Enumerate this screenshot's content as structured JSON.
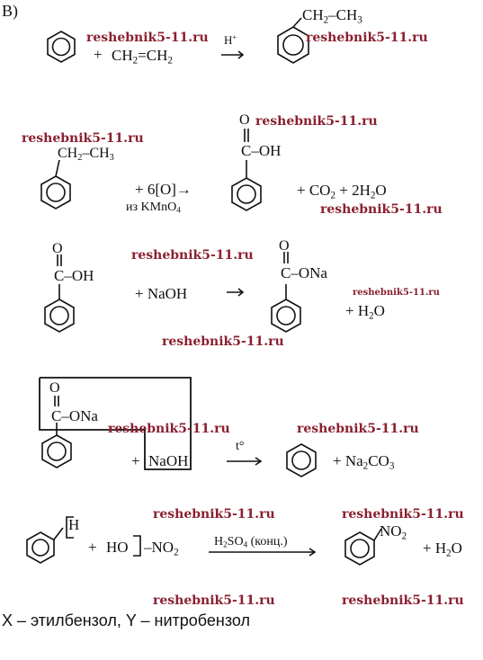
{
  "label_b": "В)",
  "reaction1": {
    "plus": "+",
    "ethylene": "CH2=CH2",
    "catalyst": "H+",
    "product_sidechain": "CH2–CH3"
  },
  "reaction2": {
    "sidechain": "CH2–CH3",
    "oxidant": "+ 6[O]→",
    "oxidant_source": "из KMnO4",
    "carbonyl_o": "O",
    "acid_oh": "C–OH",
    "products": "+  CO2 + 2H2O"
  },
  "reaction3": {
    "carbonyl_o_left": "O",
    "acid_left": "C–OH",
    "reagent": "+ NaOH",
    "carbonyl_o_right": "O",
    "salt": "C–ONa",
    "water": "+ H2O"
  },
  "reaction4": {
    "carbonyl_o": "O",
    "salt": "C–ONa",
    "plus": "+",
    "naoh": "NaOH",
    "condition": "t°",
    "products": "+ Na2CO3"
  },
  "reaction5": {
    "h": "H",
    "plus": "+",
    "ho": "HO",
    "no2_reagent": "–NO2",
    "condition": "H2SO4 (конц.)",
    "product_group": "NO2",
    "water": "+ H2O"
  },
  "watermark": "reshebnik5-11.ru",
  "conclusion": "X – этилбензол, Y – нитробензол"
}
